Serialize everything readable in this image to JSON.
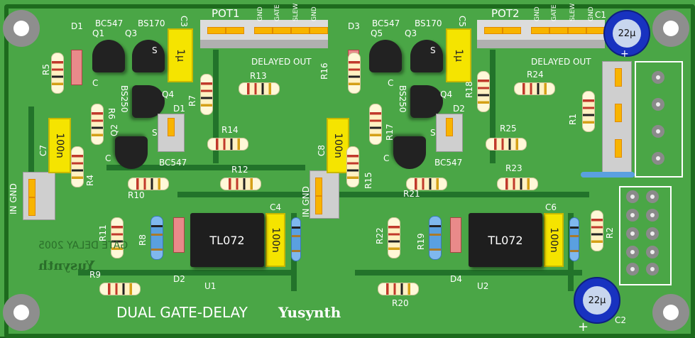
{
  "board": {
    "title": "DUAL GATE-DELAY",
    "brand": "Yusynth",
    "mirror_text": "GATE DELAY 2005",
    "mirror_brand": "Yusynth"
  },
  "pot_headers": {
    "pot1": "POT1",
    "pot2": "POT2",
    "out_pins": [
      "GND",
      "GATE",
      "SLEW",
      "GND"
    ],
    "delayed_out": "DELAYED OUT"
  },
  "in_gnd": "IN GND",
  "ic": {
    "part": "TL072",
    "u1": "U1",
    "u2": "U2"
  },
  "caps": {
    "c1": "C1",
    "c2": "C2",
    "c3": "C3",
    "c4": "C4",
    "c5": "C5",
    "c6": "C6",
    "c7": "C7",
    "c8": "C8",
    "v_1u": "1µ",
    "v_100n": "100n",
    "v_22u": "22µ",
    "plus": "+"
  },
  "transistors": {
    "q1": "Q1",
    "q2": "Q2",
    "q3": "Q3",
    "q4": "Q4",
    "q5": "Q5",
    "bc547": "BC547",
    "bs170": "BS170",
    "bs250": "BS250",
    "c": "C",
    "s": "S"
  },
  "diodes": {
    "d1": "D1",
    "d2": "D2",
    "d3": "D3",
    "d4": "D4"
  },
  "resistors": {
    "r1": "R1",
    "r2": "R2",
    "r4": "R4",
    "r5": "R5",
    "r6": "R6",
    "r7": "R7",
    "r8": "R8",
    "r9": "R9",
    "r10": "R10",
    "r11": "R11",
    "r12": "R12",
    "r13": "R13",
    "r14": "R14",
    "r15": "R15",
    "r16": "R16",
    "r17": "R17",
    "r18": "R18",
    "r19": "R19",
    "r20": "R20",
    "r21": "R21",
    "r22": "R22",
    "r23": "R23",
    "r24": "R24",
    "r25": "R25"
  }
}
